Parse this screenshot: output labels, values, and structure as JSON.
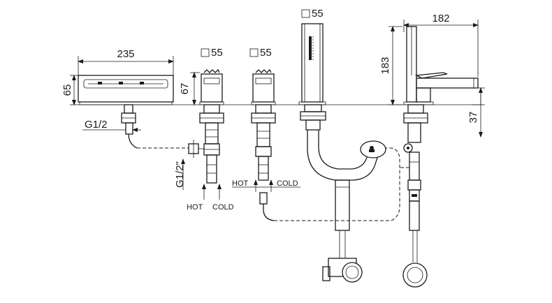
{
  "dimensions": {
    "spout_width": "235",
    "spout_height": "65",
    "spout_thread": "G1/2",
    "valve1_square": "55",
    "valve1_height": "67",
    "valve_thread": "G1/2\"",
    "valve2_square": "55",
    "shower_square": "55",
    "mixer_width": "182",
    "mixer_height": "183",
    "mixer_base": "37"
  },
  "labels": {
    "valve1_hot": "HOT",
    "valve1_cold": "COLD",
    "valve2_hot": "HOT",
    "valve2_cold": "COLD"
  },
  "symbols": {
    "square": "□"
  }
}
